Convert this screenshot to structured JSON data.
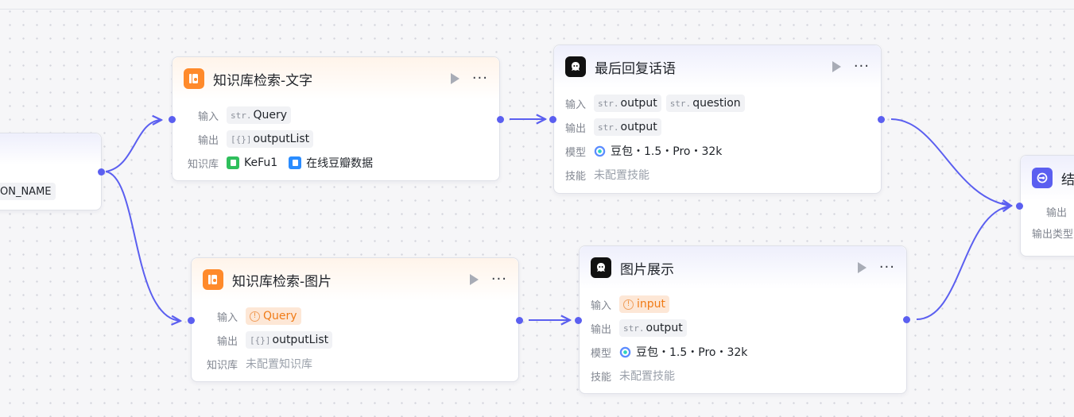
{
  "start_node": {
    "var": "ON_NAME"
  },
  "kb_text": {
    "title": "知识库检索-文字",
    "input_label": "输入",
    "input_type": "str.",
    "input_value": "Query",
    "output_label": "输出",
    "output_type": "[{}]",
    "output_value": "outputList",
    "kb_label": "知识库",
    "kb_items": [
      "KeFu1",
      "在线豆瓣数据"
    ]
  },
  "kb_image": {
    "title": "知识库检索-图片",
    "input_label": "输入",
    "input_value": "Query",
    "output_label": "输出",
    "output_type": "[{}]",
    "output_value": "outputList",
    "kb_label": "知识库",
    "kb_empty": "未配置知识库"
  },
  "reply_node": {
    "title": "最后回复话语",
    "input_label": "输入",
    "inputs": [
      {
        "type": "str.",
        "value": "output"
      },
      {
        "type": "str.",
        "value": "question"
      }
    ],
    "output_label": "输出",
    "output_type": "str.",
    "output_value": "output",
    "model_label": "模型",
    "model_value": "豆包・1.5・Pro・32k",
    "skill_label": "技能",
    "skill_empty": "未配置技能"
  },
  "image_node": {
    "title": "图片展示",
    "input_label": "输入",
    "input_value": "input",
    "output_label": "输出",
    "output_type": "str.",
    "output_value": "output",
    "model_label": "模型",
    "model_value": "豆包・1.5・Pro・32k",
    "skill_label": "技能",
    "skill_empty": "未配置技能"
  },
  "end_node": {
    "title": "结",
    "output_label": "输出",
    "output_type_label": "输出类型"
  },
  "colors": {
    "accent": "#5b5ff0",
    "kb_icon": "#ff8a2b",
    "llm_icon": "#111111",
    "warning": "#f07b16"
  }
}
